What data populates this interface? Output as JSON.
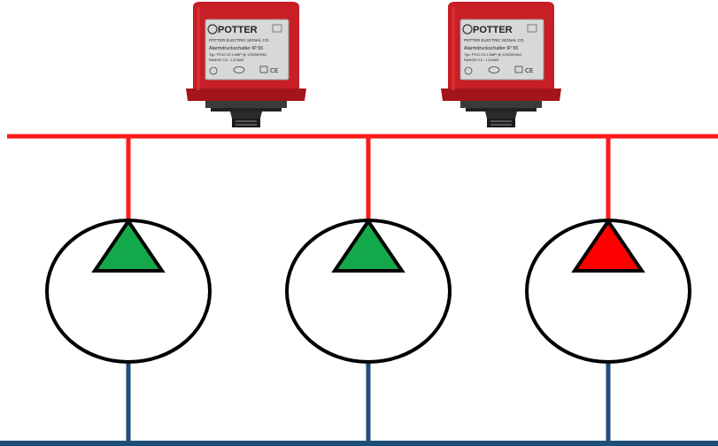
{
  "colors": {
    "discharge_line": "#ff1a1a",
    "suction_line": "#1f4e79",
    "pump_ok": "#13a84a",
    "pump_fault": "#ff0000",
    "switch_body": "#c81e25",
    "pump_outline": "#000000"
  },
  "pressure_switches": [
    {
      "brand": "POTTER",
      "maker": "POTTER ELECTRIC SIGNAL CO.",
      "model": "Alarmdruckschalter IP 55",
      "rating": "Typ: PS10 10.1 AMP @ 125/250VAC",
      "range": "RANGE 0,3 - 1,6 BAR"
    },
    {
      "brand": "POTTER",
      "maker": "POTTER ELECTRIC SIGNAL CO.",
      "model": "Alarmdruckschalter IP 55",
      "rating": "Typ: PS10 10.1 AMP @ 125/250VAC",
      "range": "RANGE 0,3 - 1,6 BAR"
    }
  ],
  "pumps": [
    {
      "status": "running",
      "indicator_color": "#13a84a"
    },
    {
      "status": "running",
      "indicator_color": "#13a84a"
    },
    {
      "status": "fault",
      "indicator_color": "#ff0000"
    }
  ]
}
